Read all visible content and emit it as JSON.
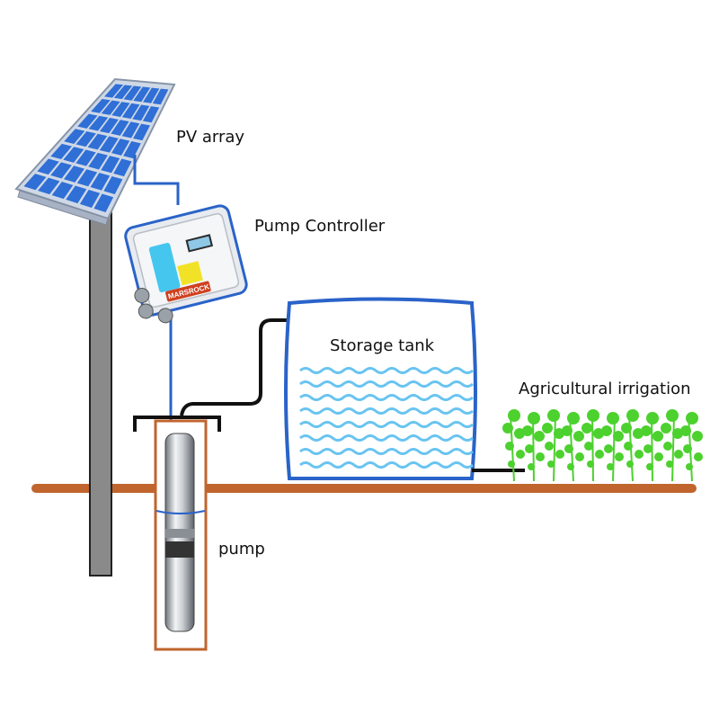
{
  "labels": {
    "pv_array": "PV array",
    "pump_controller": "Pump Controller",
    "storage_tank": "Storage tank",
    "agricultural_irrigation": "Agricultural irrigation",
    "pump": "pump"
  },
  "controller": {
    "brand": "MARSROCK"
  },
  "colors": {
    "panel_cell": "#2f6fd6",
    "panel_frame": "#cfd8e6",
    "pole": "#8a8a8a",
    "cable": "#2a63c9",
    "ground": "#c0652e",
    "tank_outline": "#2a63c9",
    "water_wave": "#69c4f0",
    "pipe": "#111111",
    "plants": "#4cd12e"
  },
  "icons": [
    "solar-panel-icon",
    "pump-controller-icon",
    "submersible-pump-icon",
    "storage-tank-icon",
    "crop-plants-icon"
  ]
}
